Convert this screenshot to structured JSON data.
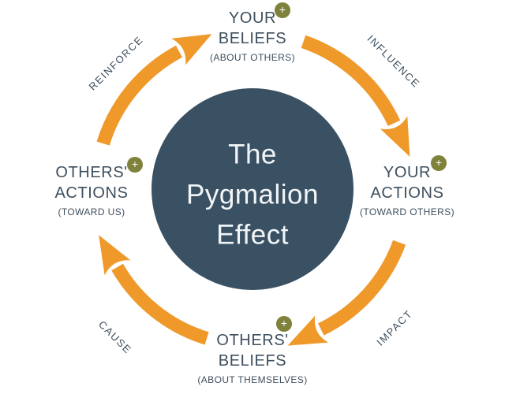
{
  "center": {
    "line1": "The",
    "line2": "Pygmalion",
    "line3": "Effect"
  },
  "nodes": {
    "top": {
      "line1": "YOUR",
      "line2": "BELIEFS",
      "sub": "(ABOUT OTHERS)"
    },
    "right": {
      "line1": "YOUR",
      "line2": "ACTIONS",
      "sub": "(TOWARD OTHERS)"
    },
    "bottom": {
      "line1": "OTHERS'",
      "line2": "BELIEFS",
      "sub": "(ABOUT THEMSELVES)"
    },
    "left": {
      "line1": "OTHERS'",
      "line2": "ACTIONS",
      "sub": "(TOWARD US)"
    }
  },
  "arrows": {
    "top_left": "REINFORCE",
    "top_right": "INFLUENCE",
    "bottom_right": "IMPACT",
    "bottom_left": "CAUSE"
  },
  "badge": {
    "symbol": "+"
  },
  "colors": {
    "orange": "#F0992B",
    "slate": "#3A5164",
    "olive": "#7E823A",
    "text": "#3E4F5E",
    "title": "#F1F5F7",
    "background": "#FFFFFF"
  }
}
